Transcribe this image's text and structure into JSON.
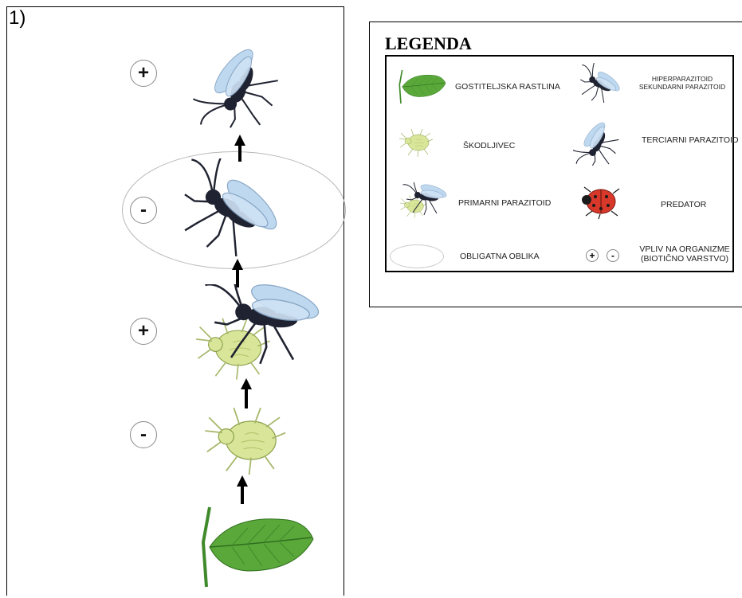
{
  "panel": {
    "number": "1)"
  },
  "chain": {
    "signs": [
      "+",
      "-",
      "+",
      "-"
    ]
  },
  "legend": {
    "title": "LEGENDA",
    "items": {
      "host_plant": "GOSTITELJSKA RASTLINA",
      "hyperparasitoid_line1": "HIPERPARAZITOID",
      "hyperparasitoid_line2": "SEKUNDARNI PARAZITOID",
      "pest": "ŠKODLJIVEC",
      "tertiary": "TERCIARNI PARAZITOID",
      "primary": "PRIMARNI PARAZITOID",
      "predator": "PREDATOR",
      "obligate": "OBLIGATNA OBLIKA",
      "plus": "+",
      "minus": "-",
      "influence_line1": "VPLIV NA ORGANIZME",
      "influence_line2": "(BIOTIČNO VARSTVO)"
    }
  },
  "colors": {
    "leaf": "#5aa83a",
    "aphid": "#d9e69a",
    "wasp_body": "#1f2230",
    "wing": "#b8d4ee",
    "ladybird": "#d8382a"
  }
}
